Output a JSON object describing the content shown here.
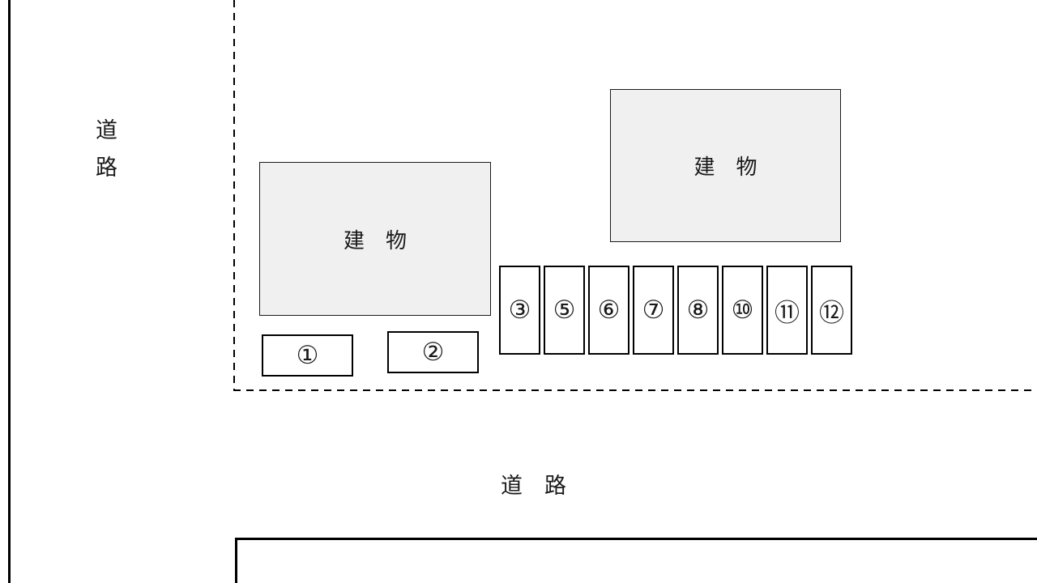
{
  "diagram_type": "parking-lot-site-plan",
  "roads": {
    "left_label_chars": [
      "道",
      "路"
    ],
    "bottom_label": "道　路"
  },
  "buildings": [
    {
      "label": "建　物"
    },
    {
      "label": "建　物"
    }
  ],
  "parking": {
    "horizontal_spaces": [
      {
        "number": "①"
      },
      {
        "number": "②"
      }
    ],
    "vertical_spaces": [
      {
        "number": "③"
      },
      {
        "number": "⑤"
      },
      {
        "number": "⑥"
      },
      {
        "number": "⑦"
      },
      {
        "number": "⑧"
      },
      {
        "number": "⑩"
      },
      {
        "number": "⑪"
      },
      {
        "number": "⑫"
      }
    ]
  },
  "colors": {
    "line": "#000000",
    "building_fill": "#f0f0f0",
    "background": "#ffffff"
  }
}
